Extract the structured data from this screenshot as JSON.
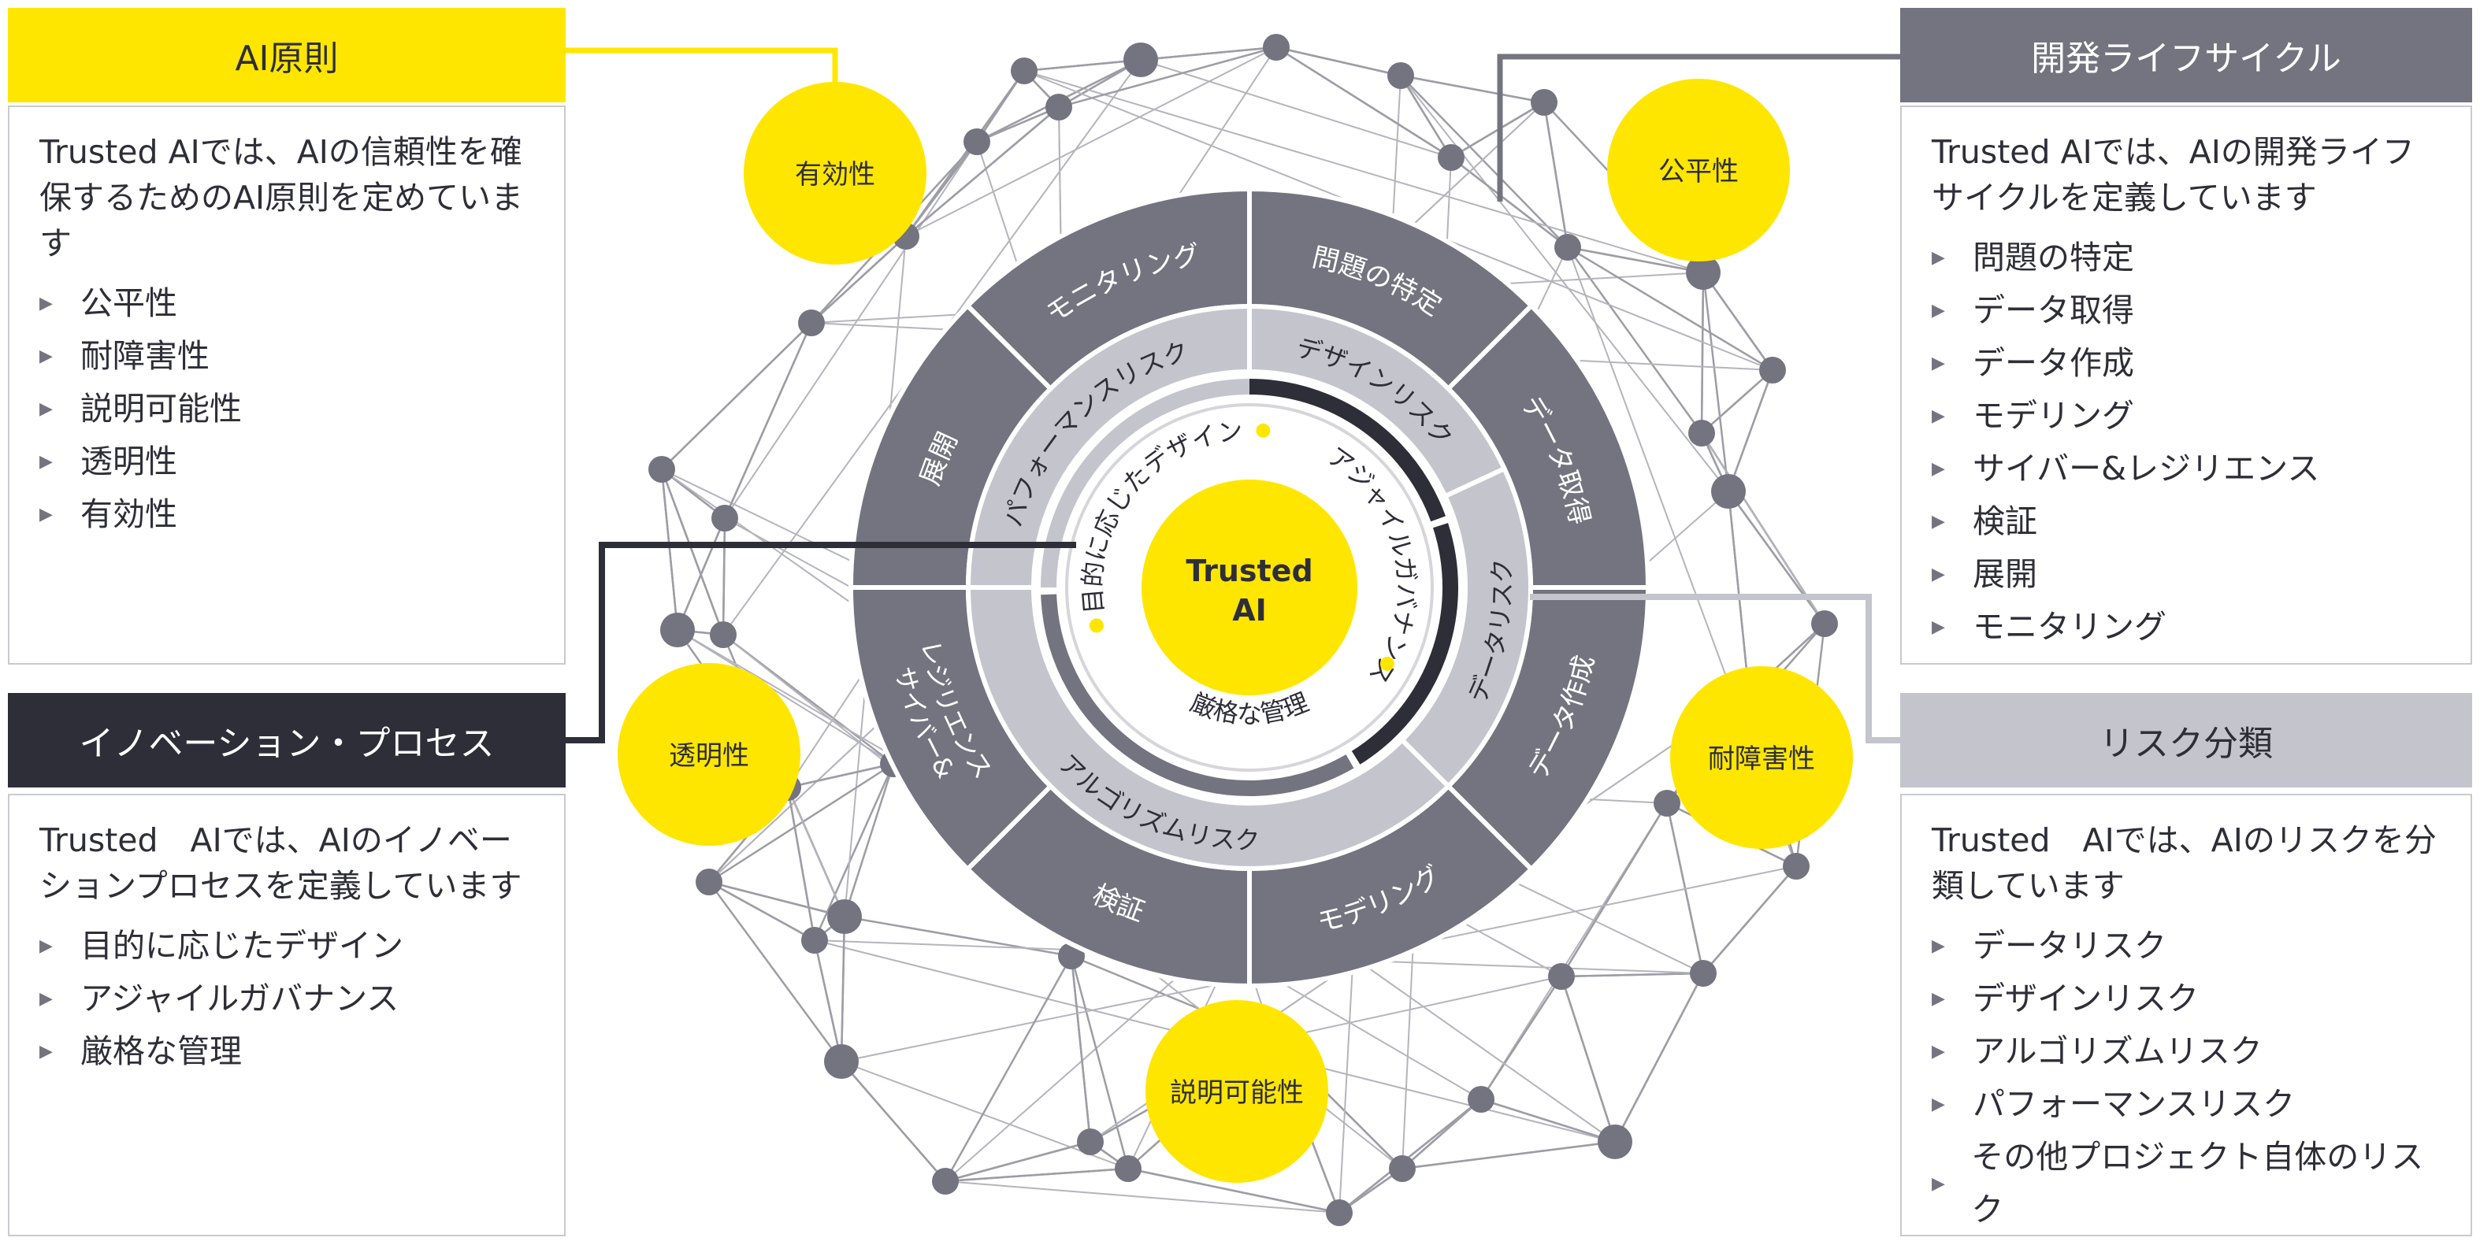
{
  "colors": {
    "yellow": "#FFE600",
    "dark": "#2E2E38",
    "mid": "#747480",
    "light": "#C4C4CD"
  },
  "panels": {
    "ai_principles": {
      "title": "AI原則",
      "intro": "Trusted AIでは、AIの信頼性を確保するためのAI原則を定めています",
      "items": [
        "公平性",
        "耐障害性",
        "説明可能性",
        "透明性",
        "有効性"
      ]
    },
    "innovation": {
      "title": "イノベーション・プロセス",
      "intro": "Trusted　AIでは、AIのイノベーションプロセスを定義しています",
      "items": [
        "目的に応じたデザイン",
        "アジャイルガバナンス",
        "厳格な管理"
      ]
    },
    "lifecycle": {
      "title": "開発ライフサイクル",
      "intro": "Trusted AIでは、AIの開発ライフサイクルを定義しています",
      "items": [
        "問題の特定",
        "データ取得",
        "データ作成",
        "モデリング",
        "サイバー&レジリエンス",
        "検証",
        "展開",
        "モニタリング"
      ]
    },
    "risk": {
      "title": "リスク分類",
      "intro": "Trusted　AIでは、AIのリスクを分類しています",
      "items": [
        "データリスク",
        "デザインリスク",
        "アルゴリズムリスク",
        "パフォーマンスリスク",
        "その他プロジェクト自体のリスク"
      ]
    }
  },
  "principle_circles": [
    "有効性",
    "公平性",
    "透明性",
    "耐障害性",
    "説明可能性"
  ],
  "wheel": {
    "center_line1": "Trusted",
    "center_line2": "AI",
    "outer": [
      "問題の特定",
      "データ取得",
      "データ作成",
      "モデリング",
      "検証",
      "サイバー&",
      "レジリエンス",
      "展開",
      "モニタリング"
    ],
    "middle": [
      "デザインリスク",
      "データリスク",
      "アルゴリズムリスク",
      "パフォーマンスリスク"
    ],
    "inner": [
      "目的に応じたデザイン",
      "アジャイルガバナンス",
      "厳格な管理"
    ]
  }
}
